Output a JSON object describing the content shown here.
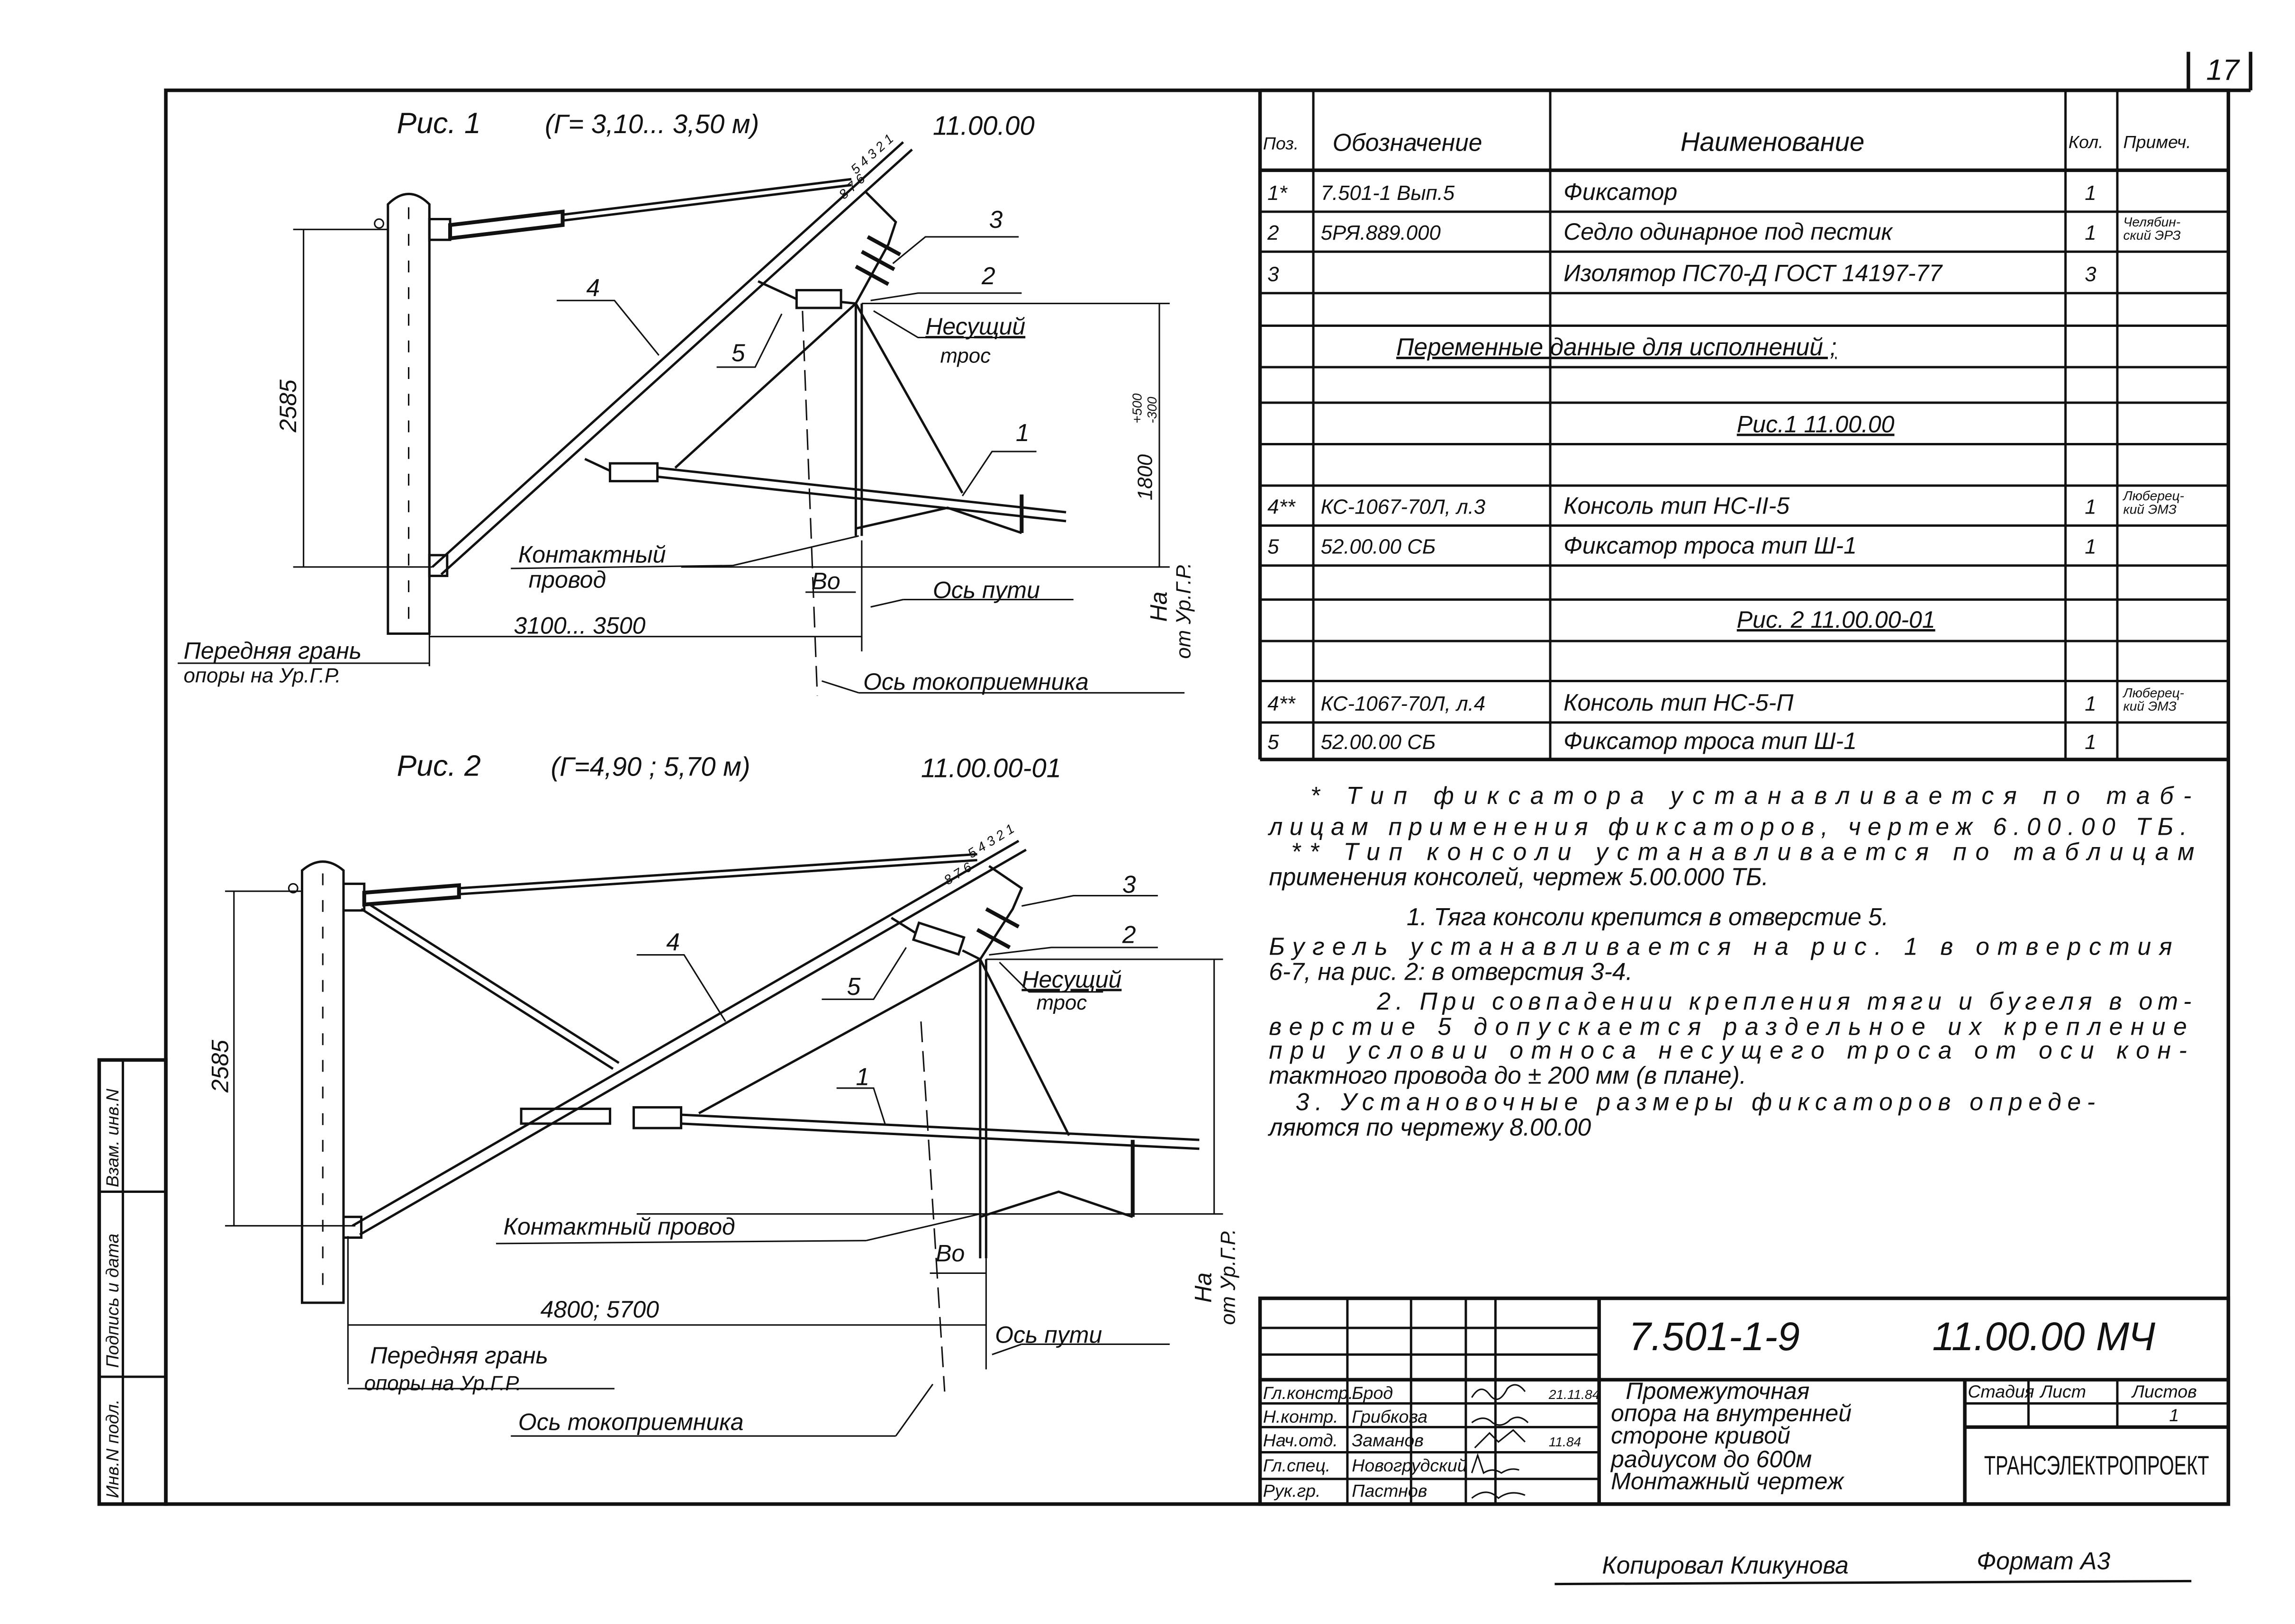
{
  "sheet_number": "17",
  "fig1": {
    "title": "Рис. 1",
    "radius": "(Г= 3,10...  3,50 м)",
    "code": "11.00.00",
    "holes_top": "5 4 3 2 1",
    "holes_bottom": "8 7 6",
    "callouts": {
      "p1": "1",
      "p2": "2",
      "p3": "3",
      "p4": "4",
      "p5": "5"
    },
    "messenger_1": "Несущий",
    "messenger_2": "трос",
    "contact_1": "Контактный",
    "contact_2": "провод",
    "dim_height": "2585",
    "dim_wire": "1800",
    "dim_tol_plus": "+500",
    "dim_tol_minus": "-300",
    "dim_offset": "3100...  3500",
    "b0": "Во",
    "track_axis": "Ось пути",
    "level_1": "На",
    "level_2": "от Ур.Г.Р.",
    "front_face_1": "Передняя грань",
    "front_face_2": "опоры на Ур.Г.Р.",
    "pantograph_axis": "Ось  токоприемника"
  },
  "fig2": {
    "title": "Рис. 2",
    "radius": "(Г=4,90 ;    5,70 м)",
    "code": "11.00.00-01",
    "holes_top": "5 4 3 2 1",
    "holes_bottom": "8 7 6",
    "callouts": {
      "p1": "1",
      "p2": "2",
      "p3": "3",
      "p4": "4",
      "p5": "5"
    },
    "messenger_1": "Несущий",
    "messenger_2": "трос",
    "contact": "Контактный провод",
    "dim_height": "2585",
    "dim_offset": "4800;  5700",
    "b0": "Во",
    "track_axis": "Ось пути",
    "level_1": "На",
    "level_2": "от Ур.Г.Р.",
    "front_face_1": "Передняя грань",
    "front_face_2": "опоры на Ур.Г.Р.",
    "pantograph_axis": "Ось  токоприемника"
  },
  "spec_table": {
    "headers": [
      "Поз.",
      "Обозначение",
      "Наименование",
      "Кол.",
      "Примеч."
    ],
    "rows": [
      {
        "pos": "1*",
        "designation": "7.501-1 Вып.5",
        "name": "Фиксатор",
        "qty": "1",
        "note1": "",
        "note2": ""
      },
      {
        "pos": "2",
        "designation": "5РЯ.889.000",
        "name": "Седло одинарное под пестик",
        "qty": "1",
        "note1": "Челябин-",
        "note2": "ский ЭРЗ"
      },
      {
        "pos": "3",
        "designation": "",
        "name": "Изолятор ПС70-Д   ГОСТ 14197-77",
        "qty": "3",
        "note1": "",
        "note2": ""
      },
      {
        "pos": "4**",
        "designation": "КС-1067-70Л, л.3",
        "name": "Консоль  тип  НС-II-5",
        "qty": "1",
        "note1": "Люберец-",
        "note2": "кий ЭМЗ"
      },
      {
        "pos": "5",
        "designation": "52.00.00 СБ",
        "name": "Фиксатор троса  тип  Ш-1",
        "qty": "1",
        "note1": "",
        "note2": ""
      },
      {
        "pos": "4**",
        "designation": "КС-1067-70Л, л.4",
        "name": "Консоль  тип  НС-5-П",
        "qty": "1",
        "note1": "Люберец-",
        "note2": "кий ЭМЗ"
      },
      {
        "pos": "5",
        "designation": "52.00.00 СБ",
        "name": "Фиксатор троса  тип  Ш-1",
        "qty": "1",
        "note1": "",
        "note2": ""
      }
    ],
    "variable_header": "Переменные  данные для исполнений ;",
    "fig1_caption": "Рис.1  11.00.00",
    "fig2_caption": "Рис. 2  11.00.00-01"
  },
  "notes": [
    "* Тип фиксатора устанавливается по таб-",
    "лицам  применения фиксаторов, чертеж 6.00.00 ТБ.",
    "** Тип консоли устанавливается по таблицам",
    "применения  консолей, чертеж  5.00.000 ТБ.",
    "1. Тяга консоли крепится в отверстие 5.",
    "Бугель устанавливается на рис. 1 в отверстия",
    "6-7, на  рис. 2: в  отверстия 3-4.",
    "2. При совпадении крепления тяги и бугеля в от-",
    "верстие 5  допускается  раздельное их  крепление",
    "при условии относа несущего троса от оси кон-",
    "тактного провода  до ± 200 мм (в плане).",
    "3. Установочные размеры фиксаторов опреде-",
    "ляются по чертежу 8.00.00"
  ],
  "title_block": {
    "series": "7.501-1-9",
    "drawing_no": "11.00.00 МЧ",
    "roles": [
      "Гл.констр.",
      "Н.контр.",
      "Нач.отд.",
      "Гл.спец.",
      "Рук.гр."
    ],
    "names": [
      "Брод",
      "Грибкова",
      "Заманов",
      "Новогрудский",
      "Пастнов"
    ],
    "dates": [
      "21.11.84",
      "",
      "11.84",
      "",
      ""
    ],
    "description": [
      "Промежуточная",
      "опора на  внутренней",
      "стороне  кривой",
      "радиусом до 600м",
      "Монтажный чертеж"
    ],
    "stage_label": "Стадия",
    "sheet_label": "Лист",
    "sheets_label": "Листов",
    "sheets_value": "1",
    "organization": "ТРАНСЭЛЕКТРОПРОЕКТ"
  },
  "side_stamp": {
    "replace_inv": "Взам. инв.N",
    "sign_date": "Подпись и дата",
    "orig_inv": "Инв.N подл."
  },
  "footer": {
    "copied_by": "Копировал Кликунова",
    "format": "Формат А3"
  }
}
